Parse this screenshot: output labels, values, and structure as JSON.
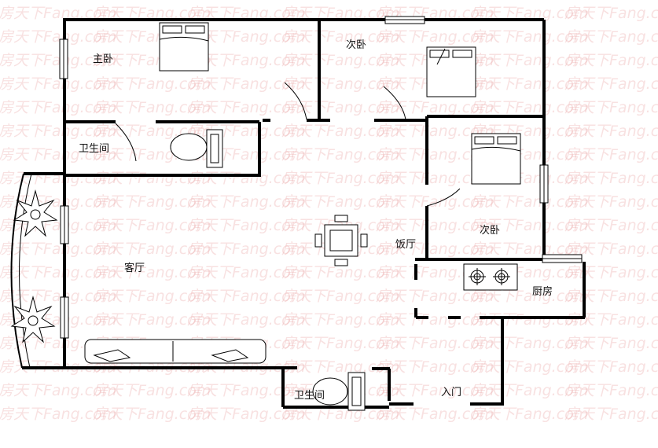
{
  "watermark": "房天下Fang.com",
  "rooms": {
    "master_bedroom": "主卧",
    "second_bedroom_1": "次卧",
    "second_bedroom_2": "次卧",
    "bathroom_1": "卫生间",
    "living_room": "客厅",
    "dining_room": "饭厅",
    "kitchen": "厨房",
    "bathroom_2": "卫生间",
    "entrance": "入门"
  },
  "colors": {
    "wall": "#000000",
    "watermark": "#ebaaaa"
  }
}
